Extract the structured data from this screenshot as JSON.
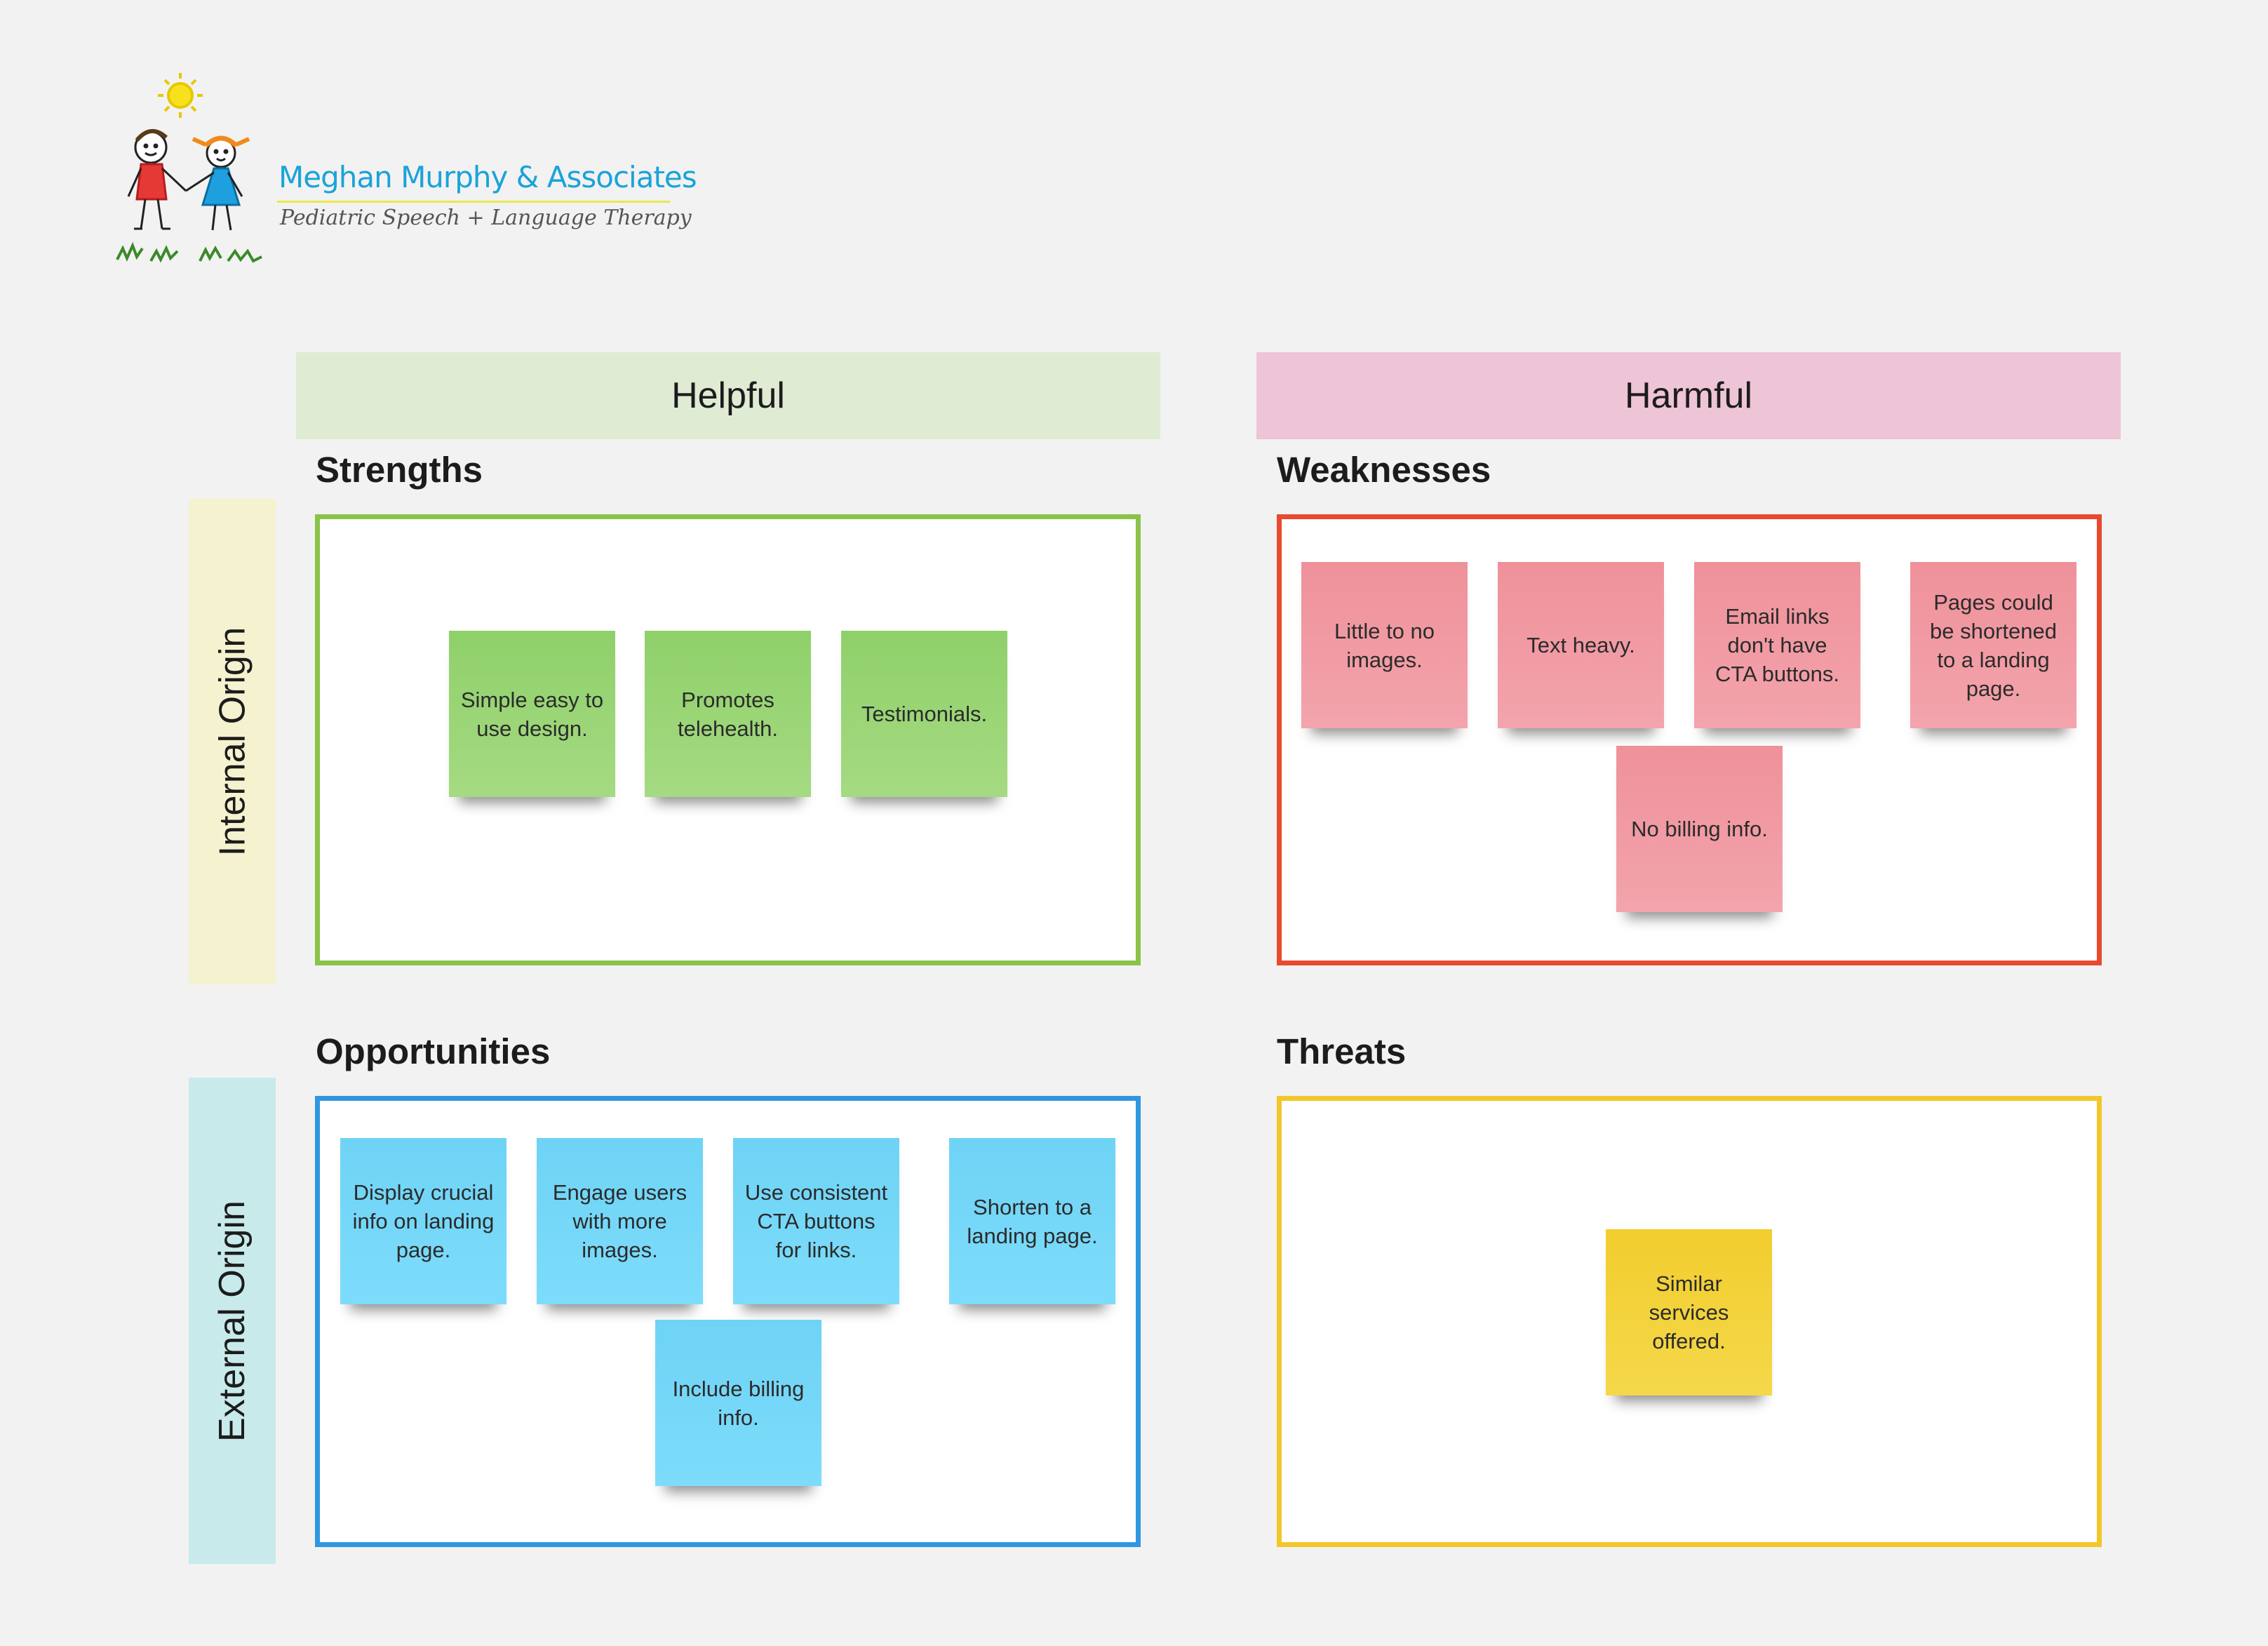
{
  "logo": {
    "name": "Meghan Murphy & Associates",
    "tagline": "Pediatric Speech + Language Therapy"
  },
  "columns": {
    "helpful": "Helpful",
    "harmful": "Harmful"
  },
  "rows": {
    "internal": "Internal Origin",
    "external": "External Origin"
  },
  "colors": {
    "helpful_header": "#e0ebd4",
    "harmful_header": "#eec4d7",
    "internal_header": "#f5f3cf",
    "external_header": "#c8eaea",
    "strengths_border": "#8bc34a",
    "weaknesses_border": "#e8492f",
    "opportunities_border": "#2f97e0",
    "threats_border": "#f3c62a"
  },
  "quadrants": {
    "strengths": {
      "title": "Strengths",
      "notes": [
        "Simple easy to use design.",
        "Promotes telehealth.",
        "Testimonials."
      ]
    },
    "weaknesses": {
      "title": "Weaknesses",
      "notes": [
        "Little to no images.",
        "Text heavy.",
        "Email links don't have CTA buttons.",
        "Pages could be shortened to a landing page.",
        "No billing info."
      ]
    },
    "opportunities": {
      "title": "Opportunities",
      "notes": [
        "Display crucial info on landing page.",
        "Engage users with more images.",
        "Use consistent CTA buttons for links.",
        "Shorten to a landing page.",
        "Include billing info."
      ]
    },
    "threats": {
      "title": "Threats",
      "notes": [
        "Similar services offered."
      ]
    }
  }
}
